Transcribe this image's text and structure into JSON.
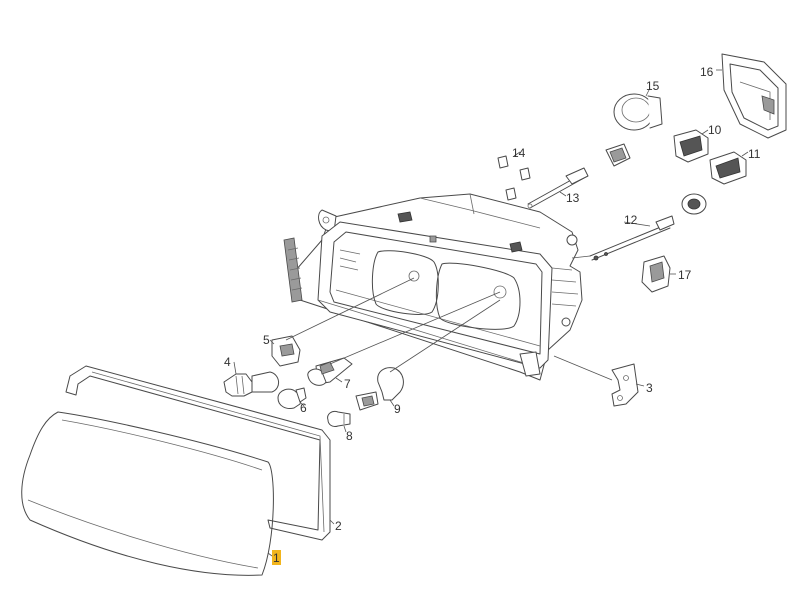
{
  "diagram": {
    "callouts": [
      {
        "id": "part-1",
        "label": "1"
      },
      {
        "id": "part-2",
        "label": "2"
      },
      {
        "id": "part-3",
        "label": "3"
      },
      {
        "id": "part-4",
        "label": "4"
      },
      {
        "id": "part-5",
        "label": "5"
      },
      {
        "id": "part-6",
        "label": "6"
      },
      {
        "id": "part-7",
        "label": "7"
      },
      {
        "id": "part-8",
        "label": "8"
      },
      {
        "id": "part-9",
        "label": "9"
      },
      {
        "id": "part-10",
        "label": "10"
      },
      {
        "id": "part-11",
        "label": "11"
      },
      {
        "id": "part-12",
        "label": "12"
      },
      {
        "id": "part-13",
        "label": "13"
      },
      {
        "id": "part-14",
        "label": "14"
      },
      {
        "id": "part-15",
        "label": "15"
      },
      {
        "id": "part-16",
        "label": "16"
      },
      {
        "id": "part-17",
        "label": "17"
      }
    ],
    "highlighted_callout": "1",
    "highlight_color": "#f2b51c"
  }
}
